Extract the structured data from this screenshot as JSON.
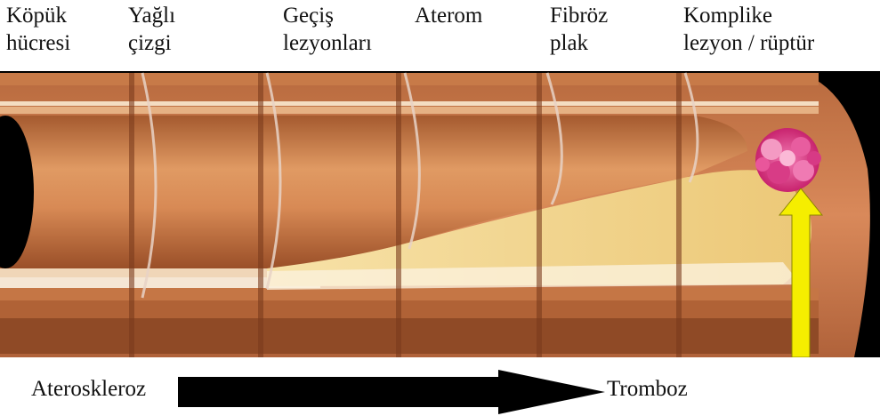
{
  "stages": [
    {
      "id": "foam-cell",
      "label": "Köpük\nhücresi"
    },
    {
      "id": "fatty-streak",
      "label": "Yağlı\nçizgi"
    },
    {
      "id": "transitional-lesions",
      "label": "Geçiş\nlezyonları"
    },
    {
      "id": "atheroma",
      "label": "Aterom"
    },
    {
      "id": "fibrous-plaque",
      "label": "Fibröz\nplak"
    },
    {
      "id": "complicated-lesion",
      "label": "Komplike\nlezyon / rüptür"
    }
  ],
  "progression": {
    "start": "Ateroskleroz",
    "end": "Tromboz"
  },
  "colors": {
    "background": "#000000",
    "vessel_wall": "#c8794a",
    "plaque": "#f3d98d",
    "thrombus": "#e0438a",
    "pointer_arrow": "#f5ee00"
  }
}
